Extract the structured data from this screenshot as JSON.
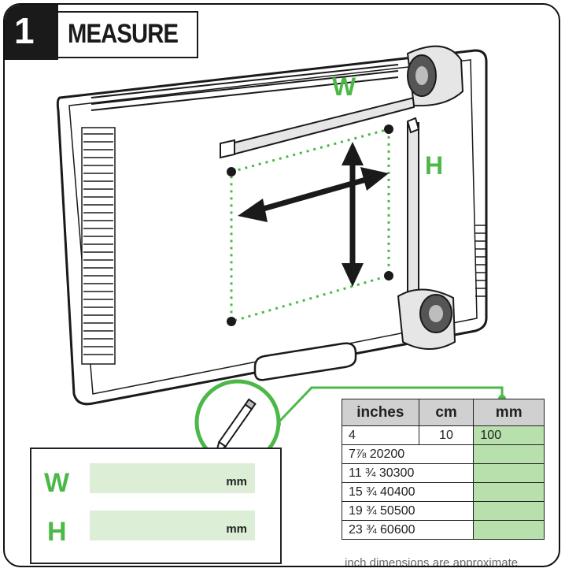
{
  "step": {
    "number": "1",
    "title": "MEASURE"
  },
  "labels": {
    "width": "W",
    "height": "H"
  },
  "form": {
    "w_label": "W",
    "h_label": "H",
    "unit": "mm"
  },
  "table": {
    "headers": [
      "inches",
      "cm",
      "mm"
    ],
    "rows": [
      {
        "inches": "4",
        "cm": "10",
        "mm": "100"
      },
      {
        "combined": "7⅞ 20200"
      },
      {
        "combined": "11 ¾ 30300"
      },
      {
        "combined": "15 ¾ 40400"
      },
      {
        "combined": "19 ¾ 50500"
      },
      {
        "combined": "23 ¾ 60600"
      }
    ],
    "note": "inch dimensions are approximate"
  },
  "colors": {
    "accent_green": "#4cb848",
    "field_green": "#dcefd6",
    "table_green": "#b8e0ad",
    "dark": "#1a1a1a"
  },
  "icons": [
    "pencil-icon",
    "tape-measure-icon"
  ]
}
